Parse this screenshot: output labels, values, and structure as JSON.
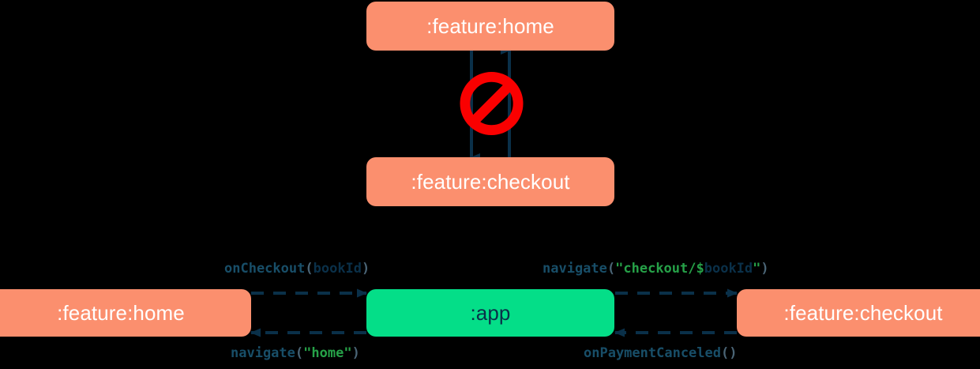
{
  "diagram": {
    "type": "module-dependency-and-navigation",
    "colors": {
      "feature_module": "#FB8F6E",
      "app_module": "#04DE88",
      "edge": "#0A3049",
      "forbidden": "#FA0000",
      "string_literal": "#26A148",
      "background": "#000000"
    },
    "top_section": {
      "nodes": [
        {
          "id": "home-top",
          "label": ":feature:home"
        },
        {
          "id": "checkout-top",
          "label": ":feature:checkout"
        }
      ],
      "forbidden_marker": {
        "icon": "prohibition-icon",
        "meaning": "direct dependency between feature modules is not allowed"
      },
      "edges": [
        {
          "from": "home-top",
          "to": "checkout-top",
          "style": "solid",
          "direction": "down"
        },
        {
          "from": "checkout-top",
          "to": "home-top",
          "style": "solid",
          "direction": "up"
        }
      ]
    },
    "bottom_section": {
      "nodes": [
        {
          "id": "home-bottom",
          "label": ":feature:home"
        },
        {
          "id": "app",
          "label": ":app"
        },
        {
          "id": "checkout-bottom",
          "label": ":feature:checkout"
        }
      ],
      "edges": [
        {
          "id": "oncheckout",
          "from": "home-bottom",
          "to": "app",
          "style": "dashed",
          "direction": "right",
          "label": {
            "fn": "onCheckout",
            "open": "(",
            "arg": "bookId",
            "close": ")"
          }
        },
        {
          "id": "navigate-checkout",
          "from": "app",
          "to": "checkout-bottom",
          "style": "dashed",
          "direction": "right",
          "label": {
            "fn": "navigate",
            "open": "(",
            "quote_open": "\"checkout/$",
            "arg": "bookId",
            "quote_close": "\"",
            "close": ")"
          }
        },
        {
          "id": "navigate-home",
          "from": "app",
          "to": "home-bottom",
          "style": "dashed",
          "direction": "left",
          "label": {
            "fn": "navigate",
            "open": "(",
            "str": "\"home\"",
            "close": ")"
          }
        },
        {
          "id": "onpaymentcanceled",
          "from": "checkout-bottom",
          "to": "app",
          "style": "dashed",
          "direction": "left",
          "label": {
            "fn": "onPaymentCanceled",
            "open": "(",
            "arg": "",
            "close": ")"
          }
        }
      ]
    }
  }
}
